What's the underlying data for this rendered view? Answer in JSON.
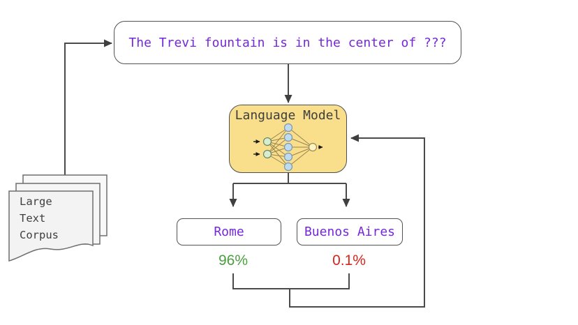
{
  "question": {
    "text": "The Trevi fountain is in the center of ???"
  },
  "model": {
    "label": "Language Model",
    "icon": "neural-network-icon"
  },
  "corpus": {
    "label": "Large\nText\nCorpus",
    "icon": "document-stack-icon"
  },
  "answers": [
    {
      "label": "Rome",
      "probability": "96%",
      "probability_color": "#4A9E3F"
    },
    {
      "label": "Buenos Aires",
      "probability": "0.1%",
      "probability_color": "#D5251C"
    }
  ],
  "colors": {
    "question_text": "#7527DB",
    "answer_text": "#7527DB",
    "dark_text": "#3E3E3E",
    "connector": "#4A4A4A",
    "model_fill": "#F9DF8C",
    "page_fill": "#F3F3F3",
    "nn_input_node": "#D8EDD0",
    "nn_hidden_node": "#BFDBEF",
    "nn_output_node": "#FBF3C4",
    "nn_link": "#97834F"
  }
}
